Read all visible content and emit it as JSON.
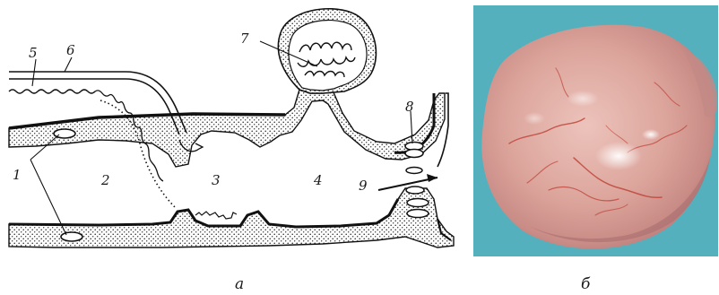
{
  "figure": {
    "panels": [
      {
        "id": "a",
        "caption": "а",
        "labels": [
          "1",
          "2",
          "3",
          "4",
          "5",
          "6",
          "7",
          "8",
          "9"
        ]
      },
      {
        "id": "b",
        "caption": "б",
        "colors": {
          "background": "#5cb7c4",
          "organ": "#d9a39a",
          "vessel": "#c0463c"
        }
      }
    ]
  }
}
